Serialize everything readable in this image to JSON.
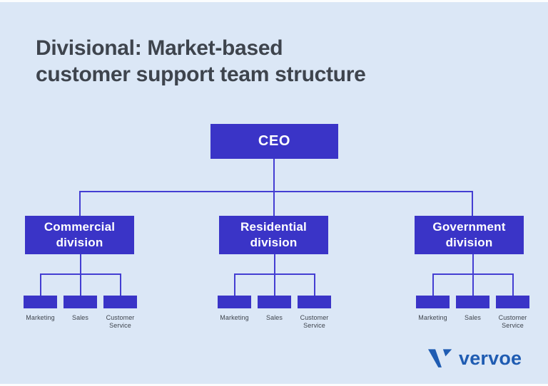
{
  "page": {
    "background_color": "#dbe7f6",
    "edge_strip_color": "#fbfdfe"
  },
  "title": {
    "line1": "Divisional: Market-based",
    "line2": "customer support team structure",
    "color": "#3e444d"
  },
  "org_chart": {
    "box_color": "#3a34c7",
    "connector_color": "#443ed2",
    "node_text_color": "#ffffff",
    "root": {
      "label": "CEO"
    },
    "divisions": [
      {
        "name_line1": "Commercial",
        "name_line2": "division",
        "children": [
          "Marketing",
          "Sales",
          "Customer Service"
        ]
      },
      {
        "name_line1": "Residential",
        "name_line2": "division",
        "children": [
          "Marketing",
          "Sales",
          "Customer Service"
        ]
      },
      {
        "name_line1": "Government",
        "name_line2": "division",
        "children": [
          "Marketing",
          "Sales",
          "Customer Service"
        ]
      }
    ]
  },
  "logo": {
    "wordmark": "vervoe",
    "color": "#1f5cb2",
    "icon": "vervoe-v-mark"
  }
}
